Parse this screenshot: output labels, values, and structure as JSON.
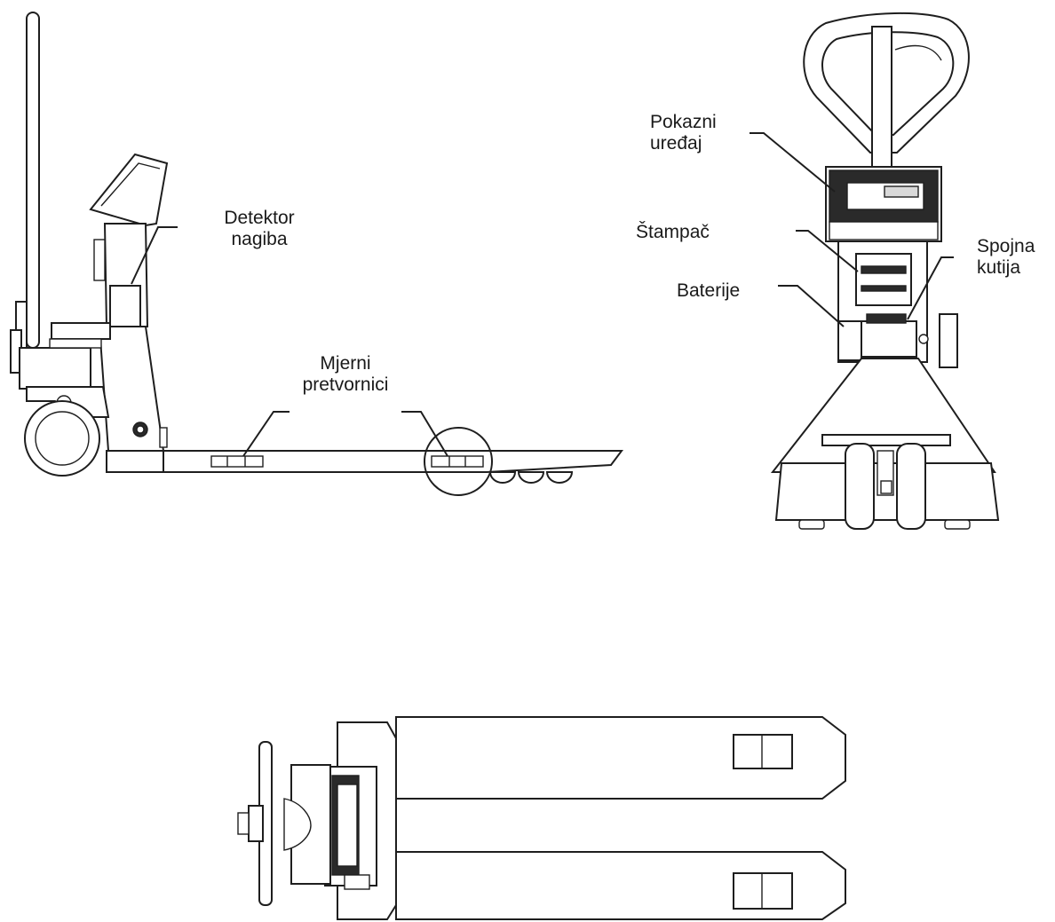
{
  "labels": {
    "tilt_detector": [
      "Detektor",
      "nagiba"
    ],
    "load_cells": [
      "Mjerni",
      "pretvornici"
    ],
    "display": [
      "Pokazni",
      "uređaj"
    ],
    "printer": "Štampač",
    "junction_box": [
      "Spojna",
      "kutija"
    ],
    "batteries": "Baterije"
  }
}
